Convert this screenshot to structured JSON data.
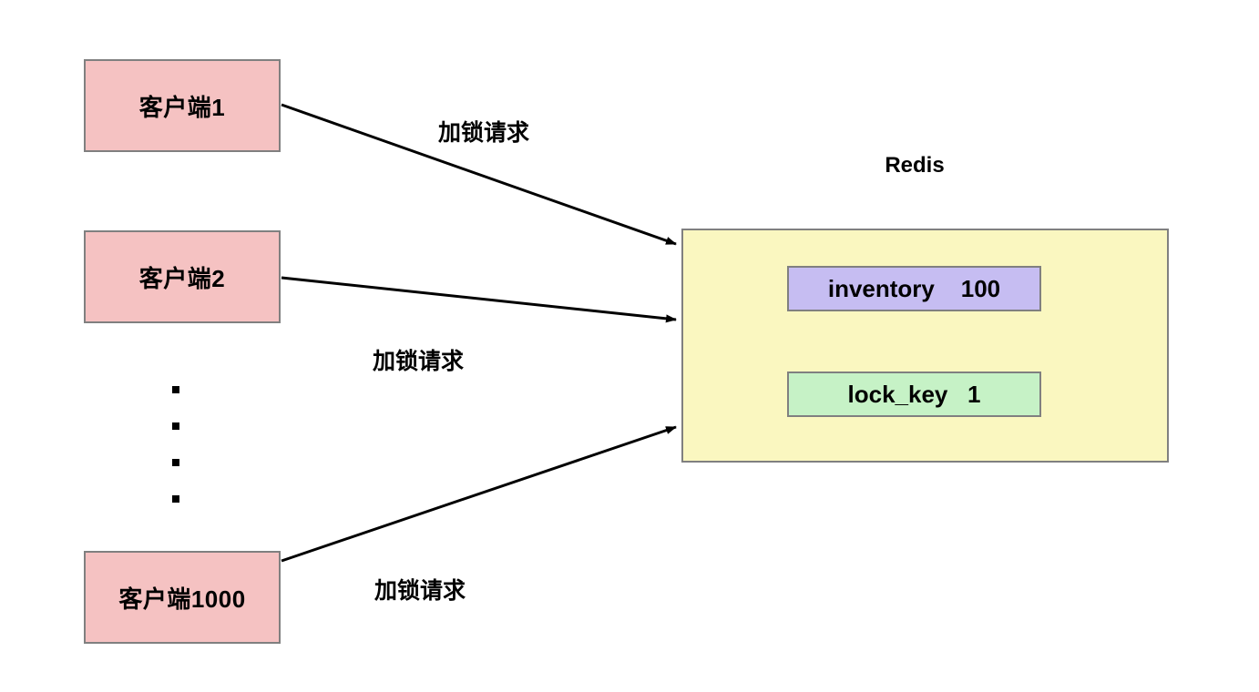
{
  "diagram": {
    "title": "Redis distributed lock request diagram",
    "background": "#ffffff",
    "colors": {
      "client_fill": "#F5C2C2",
      "redis_fill": "#FAF7C0",
      "inventory_fill": "#C6BDF2",
      "lockkey_fill": "#C6F2C6",
      "border": "#808080",
      "edge": "#000000",
      "text": "#000000"
    }
  },
  "clients": [
    {
      "id": "client-1",
      "label": "客户端1"
    },
    {
      "id": "client-2",
      "label": "客户端2"
    },
    {
      "id": "client-n",
      "label": "客户端1000"
    }
  ],
  "ellipsis": {
    "dot_count": 4,
    "meaning": "more clients omitted"
  },
  "server": {
    "title": "Redis",
    "entries": [
      {
        "id": "inventory",
        "key": "inventory",
        "value": "100",
        "display": "inventory    100"
      },
      {
        "id": "lock_key",
        "key": "lock_key",
        "value": "1",
        "display": "lock_key   1"
      }
    ]
  },
  "edges": [
    {
      "id": "edge-1",
      "from": "client-1",
      "to": "redis",
      "label": "加锁请求"
    },
    {
      "id": "edge-2",
      "from": "client-2",
      "to": "redis",
      "label": "加锁请求"
    },
    {
      "id": "edge-3",
      "from": "client-n",
      "to": "redis",
      "label": "加锁请求"
    }
  ]
}
